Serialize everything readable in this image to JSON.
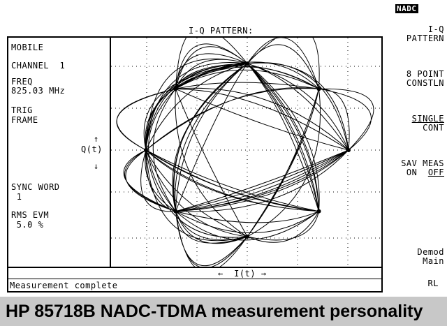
{
  "mode_badge": "NADC",
  "screen_title": "I-Q PATTERN:",
  "left_panel": {
    "line1": "MOBILE",
    "channel": "CHANNEL  1",
    "freq_label": "FREQ",
    "freq_value": "825.03 MHz",
    "trig_label": "TRIG",
    "trig_value": "FRAME",
    "q_axis_up": "↑",
    "q_axis_label": "Q(t)",
    "q_axis_down": "↓",
    "sync_label": "SYNC WORD",
    "sync_value": " 1",
    "evm_label": "RMS EVM",
    "evm_value": " 5.0 %"
  },
  "i_axis_label": "←  I(t) →",
  "status": "Measurement complete",
  "softkeys": {
    "iq_line1": "I-Q",
    "iq_line2": "PATTERN",
    "pt8_line1": "8 POINT",
    "pt8_line2": "CONSTLN",
    "single": "SINGLE",
    "cont": "CONT",
    "sav_line1": "SAV MEAS",
    "sav_on": "ON",
    "sav_off": "OFF",
    "demod_line1": "Demod",
    "demod_line2": "Main",
    "rl": "RL"
  },
  "caption": "HP 85718B NADC-TDMA measurement personality",
  "chart_data": {
    "type": "scatter",
    "title": "I-Q PATTERN:",
    "xlabel": "I(t)",
    "ylabel": "Q(t)",
    "constellation_phases_deg": [
      0,
      45,
      90,
      135,
      180,
      225,
      270,
      315
    ],
    "grid": true
  }
}
